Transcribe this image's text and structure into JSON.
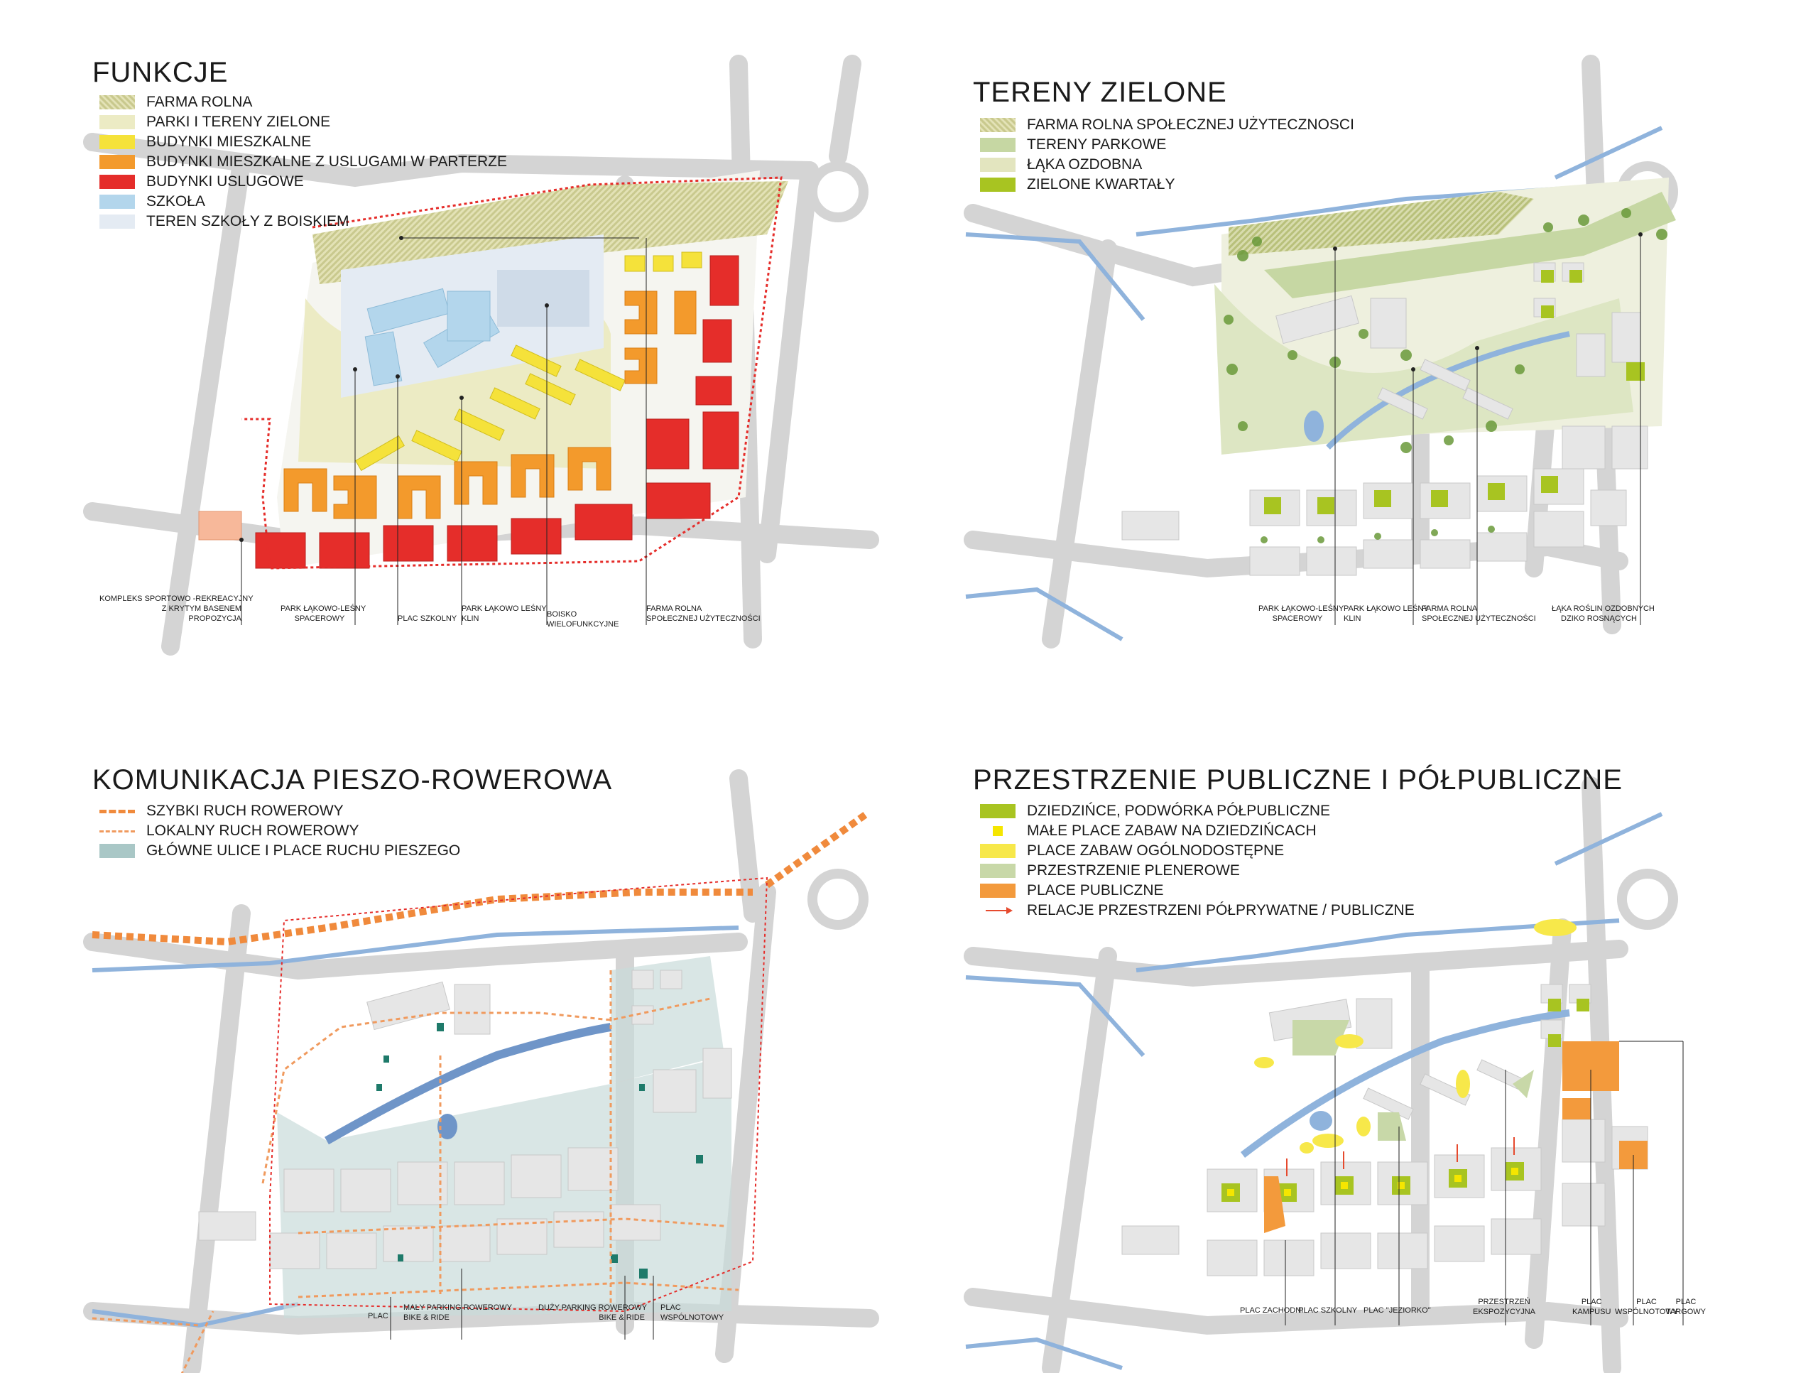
{
  "panels": [
    {
      "title": "FUNKCJE",
      "legend": [
        {
          "label": "FARMA ROLNA",
          "swatch": "hatch"
        },
        {
          "label": "PARKI I TERENY ZIELONE",
          "color": "#ecebc4"
        },
        {
          "label": "BUDYNKI MIESZKALNE",
          "color": "#f5e23a"
        },
        {
          "label": "BUDYNKI MIESZKALNE Z USLUGAMI W PARTERZE",
          "color": "#f39a2c"
        },
        {
          "label": "BUDYNKI USLUGOWE",
          "color": "#e52d2a"
        },
        {
          "label": "SZKOŁA",
          "color": "#b3d6ec"
        },
        {
          "label": "TEREN SZKOŁY Z BOISKIEM",
          "color": "#e4ebf3"
        }
      ],
      "annotations": [
        {
          "text": "KOMPLEKS SPORTOWO -REKREACYJNY\nZ KRYTYM BASENEM\nPROPOZYCJA"
        },
        {
          "text": "PARK ŁĄKOWO-LEŚNY\nSPACEROWY"
        },
        {
          "text": "PLAC SZKOLNY"
        },
        {
          "text": "PARK ŁĄKOWO LEŚNY\nKLIN"
        },
        {
          "text": "BOISKO\nWIELOFUNKCYJNE"
        },
        {
          "text": "FARMA ROLNA\nSPOŁECZNEJ UŻYTECZNOŚCI"
        }
      ]
    },
    {
      "title": "TERENY ZIELONE",
      "legend": [
        {
          "label": "FARMA ROLNA SPOŁECZNEJ UŻYTECZNOSCI",
          "swatch": "hatch"
        },
        {
          "label": "TERENY PARKOWE",
          "color": "#c6d7a3"
        },
        {
          "label": "ŁĄKA OZDOBNA",
          "color": "#e3e5bf"
        },
        {
          "label": "ZIELONE KWARTAŁY",
          "color": "#a8c421"
        }
      ],
      "annotations": [
        {
          "text": "PARK ŁĄKOWO-LEŚNY\nSPACEROWY"
        },
        {
          "text": "PARK ŁĄKOWO LEŚNY\nKLIN"
        },
        {
          "text": "FARMA ROLNA\nSPOŁECZNEJ UŻYTECZNOŚCI"
        },
        {
          "text": "ŁĄKA ROŚLIN OZDOBNYCH\nDZIKO ROSNĄCYCH"
        }
      ]
    },
    {
      "title": "KOMUNIKACJA PIESZO-ROWEROWA",
      "legend": [
        {
          "label": "SZYBKI RUCH ROWEROWY",
          "swatch": "dash"
        },
        {
          "label": "LOKALNY RUCH ROWEROWY",
          "swatch": "dash-thin"
        },
        {
          "label": "GŁÓWNE ULICE I PLACE RUCHU PIESZEGO",
          "color": "#a9c7c6"
        }
      ],
      "annotations": [
        {
          "text": "PLAC"
        },
        {
          "text": "MAŁY PARKING ROWEROWY\nBIKE & RIDE"
        },
        {
          "text": "DUŻY PARKING ROWEROWY\nBIKE & RIDE"
        },
        {
          "text": "PLAC\nWSPÓLNOTOWY"
        }
      ]
    },
    {
      "title": "PRZESTRZENIE PUBLICZNE I PÓŁPUBLICZNE",
      "legend": [
        {
          "label": "DZIEDZIŃCE, PODWÓRKA PÓŁPUBLICZNE",
          "color": "#a8c421"
        },
        {
          "label": "MAŁE PLACE ZABAW NA DZIEDZIŃCACH",
          "color": "#f5e600",
          "swatch": "small"
        },
        {
          "label": "PLACE ZABAW OGÓLNODOSTĘPNE",
          "color": "#f7e84a"
        },
        {
          "label": "PRZESTRZENIE PLENEROWE",
          "color": "#c8d8a8"
        },
        {
          "label": "PLACE PUBLICZNE",
          "color": "#f39a3c"
        },
        {
          "label": "RELACJE PRZESTRZENI PÓŁPRYWATNE / PUBLICZNE",
          "swatch": "arrow"
        }
      ],
      "annotations": [
        {
          "text": "PLAC ZACHODNI"
        },
        {
          "text": "PLAC SZKOLNY"
        },
        {
          "text": "PLAC \"JEZIORKO\""
        },
        {
          "text": "PRZESTRZEŃ\nEKSPOZYCYJNA"
        },
        {
          "text": "PLAC\nKAMPUSU"
        },
        {
          "text": "PLAC\nWSPÓLNOTOWY"
        },
        {
          "text": "PLAC\nTARGOWY"
        }
      ]
    }
  ]
}
